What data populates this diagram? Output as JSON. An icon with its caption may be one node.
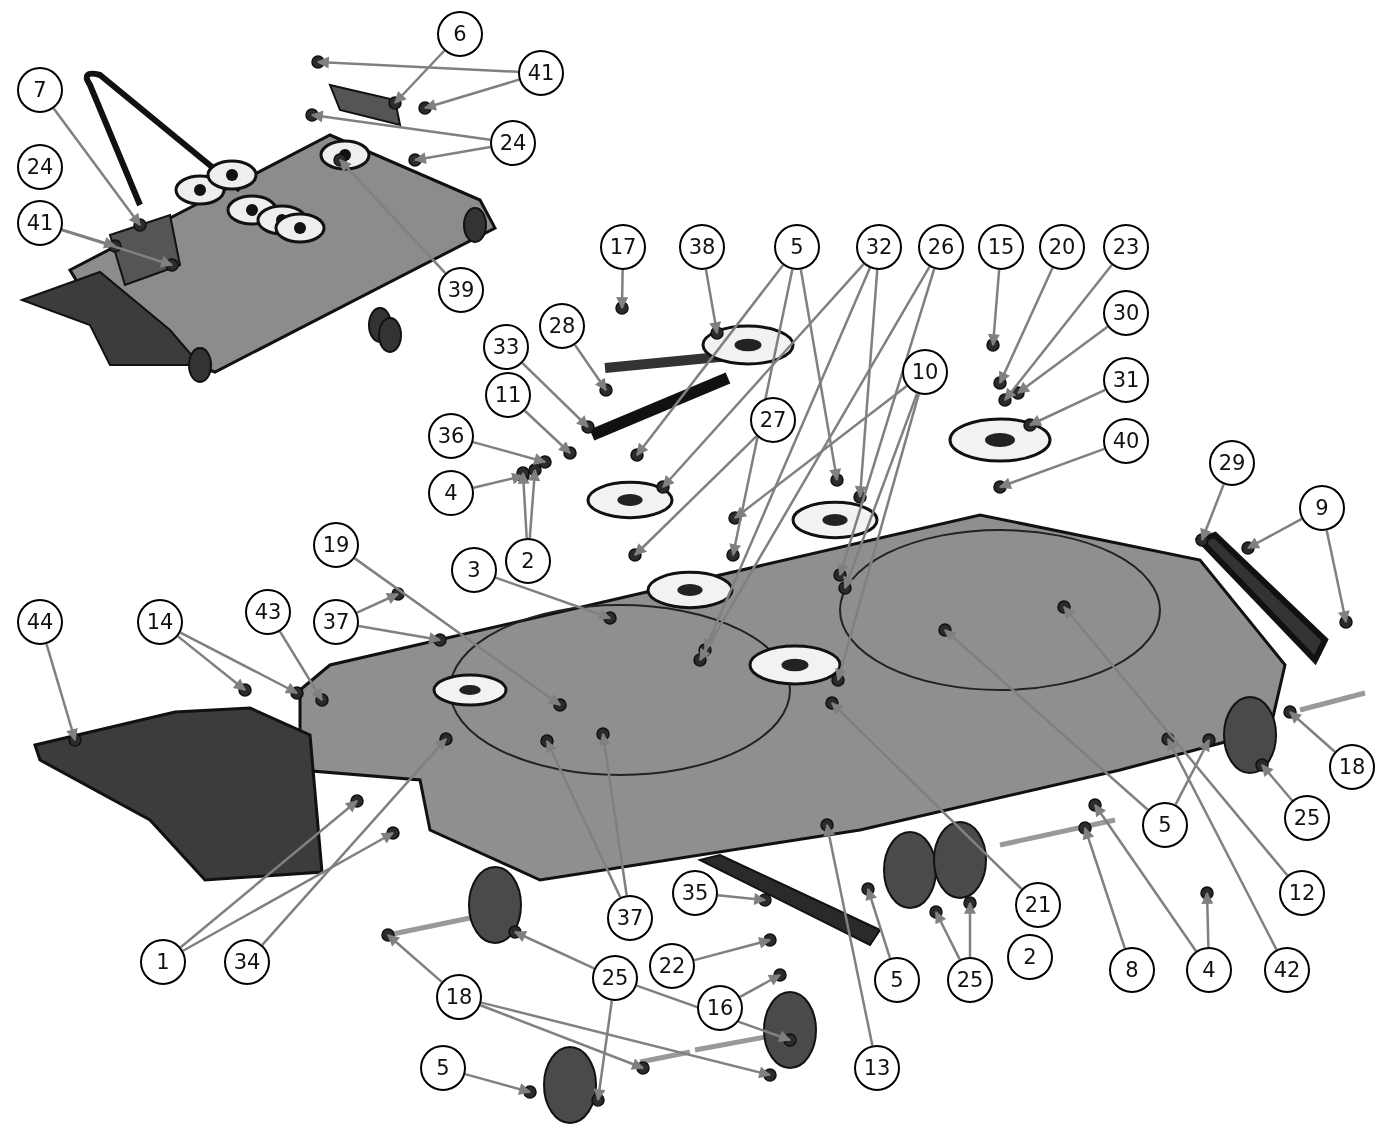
{
  "diagram": {
    "nodes": [
      {
        "text": [
          "6"
        ]
      },
      {
        "text": [
          "41"
        ]
      },
      {
        "text": [
          "7"
        ]
      },
      {
        "text": [
          "24"
        ]
      },
      {
        "text": [
          "24"
        ]
      },
      {
        "text": [
          "41"
        ]
      },
      {
        "text": [
          "17"
        ]
      },
      {
        "text": [
          "38"
        ]
      },
      {
        "text": [
          "5"
        ]
      },
      {
        "text": [
          "32"
        ]
      },
      {
        "text": [
          "26"
        ]
      },
      {
        "text": [
          "15"
        ]
      },
      {
        "text": [
          "20"
        ]
      },
      {
        "text": [
          "23"
        ]
      },
      {
        "text": [
          "39"
        ]
      },
      {
        "text": [
          "30"
        ]
      },
      {
        "text": [
          "28"
        ]
      },
      {
        "text": [
          "33"
        ]
      },
      {
        "text": [
          "10"
        ]
      },
      {
        "text": [
          "31"
        ]
      },
      {
        "text": [
          "11"
        ]
      },
      {
        "text": [
          "27"
        ]
      },
      {
        "text": [
          "36"
        ]
      },
      {
        "text": [
          "40"
        ]
      },
      {
        "text": [
          "29"
        ]
      },
      {
        "text": [
          "4"
        ]
      },
      {
        "text": [
          "9"
        ]
      },
      {
        "text": [
          "19"
        ]
      },
      {
        "text": [
          "2"
        ]
      },
      {
        "text": [
          "3"
        ]
      },
      {
        "text": [
          "44"
        ]
      },
      {
        "text": [
          "14"
        ]
      },
      {
        "text": [
          "43"
        ]
      },
      {
        "text": [
          "37"
        ]
      },
      {
        "text": [
          "18"
        ]
      },
      {
        "text": [
          "25"
        ]
      },
      {
        "text": [
          "5"
        ]
      },
      {
        "text": [
          "12"
        ]
      },
      {
        "text": [
          "21"
        ]
      },
      {
        "text": [
          "37"
        ]
      },
      {
        "text": [
          "35"
        ]
      },
      {
        "text": [
          "1"
        ]
      },
      {
        "text": [
          "34"
        ]
      },
      {
        "text": [
          "2"
        ]
      },
      {
        "text": [
          "22"
        ]
      },
      {
        "text": [
          "8"
        ]
      },
      {
        "text": [
          "4"
        ]
      },
      {
        "text": [
          "42"
        ]
      },
      {
        "text": [
          "25"
        ]
      },
      {
        "text": [
          "18"
        ]
      },
      {
        "text": [
          "25"
        ]
      },
      {
        "text": [
          "16"
        ]
      },
      {
        "text": [
          "5"
        ]
      },
      {
        "text": [
          "13"
        ]
      },
      {
        "text": [
          "5"
        ]
      }
    ],
    "edges": [
      {
        "from": 0,
        "to": null,
        "arrow": "to"
      },
      {
        "from": 1,
        "to": null,
        "arrow": "to"
      },
      {
        "from": 1,
        "to": null,
        "arrow": "to"
      },
      {
        "from": 2,
        "to": null,
        "arrow": "to"
      },
      {
        "from": 3,
        "to": null,
        "arrow": "to"
      },
      {
        "from": 3,
        "to": null,
        "arrow": "to"
      },
      {
        "from": 5,
        "to": null,
        "arrow": "to"
      },
      {
        "from": 5,
        "to": null,
        "arrow": "to"
      },
      {
        "from": 6,
        "to": null,
        "arrow": "to"
      },
      {
        "from": 7,
        "to": null,
        "arrow": "to"
      },
      {
        "from": 8,
        "to": null,
        "arrow": "to"
      },
      {
        "from": 8,
        "to": null,
        "arrow": "to"
      },
      {
        "from": 8,
        "to": null,
        "arrow": "to"
      },
      {
        "from": 9,
        "to": null,
        "arrow": "to"
      },
      {
        "from": 9,
        "to": null,
        "arrow": "to"
      },
      {
        "from": 9,
        "to": null,
        "arrow": "to"
      },
      {
        "from": 10,
        "to": null,
        "arrow": "to"
      },
      {
        "from": 10,
        "to": null,
        "arrow": "to"
      },
      {
        "from": 11,
        "to": null,
        "arrow": "to"
      },
      {
        "from": 12,
        "to": null,
        "arrow": "to"
      },
      {
        "from": 13,
        "to": null,
        "arrow": "to"
      },
      {
        "from": 14,
        "to": null,
        "arrow": "to"
      },
      {
        "from": 15,
        "to": null,
        "arrow": "to"
      },
      {
        "from": 16,
        "to": null,
        "arrow": "to"
      },
      {
        "from": 17,
        "to": null,
        "arrow": "to"
      },
      {
        "from": 18,
        "to": null,
        "arrow": "to"
      },
      {
        "from": 18,
        "to": null,
        "arrow": "to"
      },
      {
        "from": 18,
        "to": null,
        "arrow": "to"
      },
      {
        "from": 19,
        "to": null,
        "arrow": "to"
      },
      {
        "from": 20,
        "to": null,
        "arrow": "to"
      },
      {
        "from": 21,
        "to": null,
        "arrow": "to"
      },
      {
        "from": 22,
        "to": null,
        "arrow": "to"
      },
      {
        "from": 23,
        "to": null,
        "arrow": "to"
      },
      {
        "from": 24,
        "to": null,
        "arrow": "to"
      },
      {
        "from": 25,
        "to": null,
        "arrow": "to"
      },
      {
        "from": 26,
        "to": null,
        "arrow": "to"
      },
      {
        "from": 26,
        "to": null,
        "arrow": "to"
      },
      {
        "from": 27,
        "to": null,
        "arrow": "to"
      },
      {
        "from": 28,
        "to": null,
        "arrow": "to"
      },
      {
        "from": 28,
        "to": null,
        "arrow": "to"
      },
      {
        "from": 29,
        "to": null,
        "arrow": "to"
      },
      {
        "from": 30,
        "to": null,
        "arrow": "to"
      },
      {
        "from": 31,
        "to": null,
        "arrow": "to"
      },
      {
        "from": 31,
        "to": null,
        "arrow": "to"
      },
      {
        "from": 32,
        "to": null,
        "arrow": "to"
      },
      {
        "from": 33,
        "to": null,
        "arrow": "to"
      },
      {
        "from": 33,
        "to": null,
        "arrow": "to"
      },
      {
        "from": 34,
        "to": null,
        "arrow": "to"
      },
      {
        "from": 35,
        "to": null,
        "arrow": "to"
      },
      {
        "from": 36,
        "to": null,
        "arrow": "to"
      },
      {
        "from": 36,
        "to": null,
        "arrow": "to"
      },
      {
        "from": 37,
        "to": null,
        "arrow": "to"
      },
      {
        "from": 38,
        "to": null,
        "arrow": "to"
      },
      {
        "from": 39,
        "to": null,
        "arrow": "to"
      },
      {
        "from": 39,
        "to": null,
        "arrow": "to"
      },
      {
        "from": 40,
        "to": null,
        "arrow": "to"
      },
      {
        "from": 41,
        "to": null,
        "arrow": "to"
      },
      {
        "from": 41,
        "to": null,
        "arrow": "to"
      },
      {
        "from": 42,
        "to": null,
        "arrow": "to"
      },
      {
        "from": 44,
        "to": null,
        "arrow": "to"
      },
      {
        "from": 45,
        "to": null,
        "arrow": "to"
      },
      {
        "from": 46,
        "to": null,
        "arrow": "to"
      },
      {
        "from": 46,
        "to": null,
        "arrow": "to"
      },
      {
        "from": 47,
        "to": null,
        "arrow": "to"
      },
      {
        "from": 48,
        "to": null,
        "arrow": "to"
      },
      {
        "from": 48,
        "to": null,
        "arrow": "to"
      },
      {
        "from": 49,
        "to": null,
        "arrow": "to"
      },
      {
        "from": 49,
        "to": null,
        "arrow": "to"
      },
      {
        "from": 49,
        "to": null,
        "arrow": "to"
      },
      {
        "from": 50,
        "to": null,
        "arrow": "to"
      },
      {
        "from": 50,
        "to": null,
        "arrow": "to"
      },
      {
        "from": 50,
        "to": null,
        "arrow": "to"
      },
      {
        "from": 51,
        "to": null,
        "arrow": "to"
      },
      {
        "from": 52,
        "to": null,
        "arrow": "to"
      },
      {
        "from": 53,
        "to": null,
        "arrow": "to"
      },
      {
        "from": 54,
        "to": null,
        "arrow": "to"
      }
    ]
  }
}
